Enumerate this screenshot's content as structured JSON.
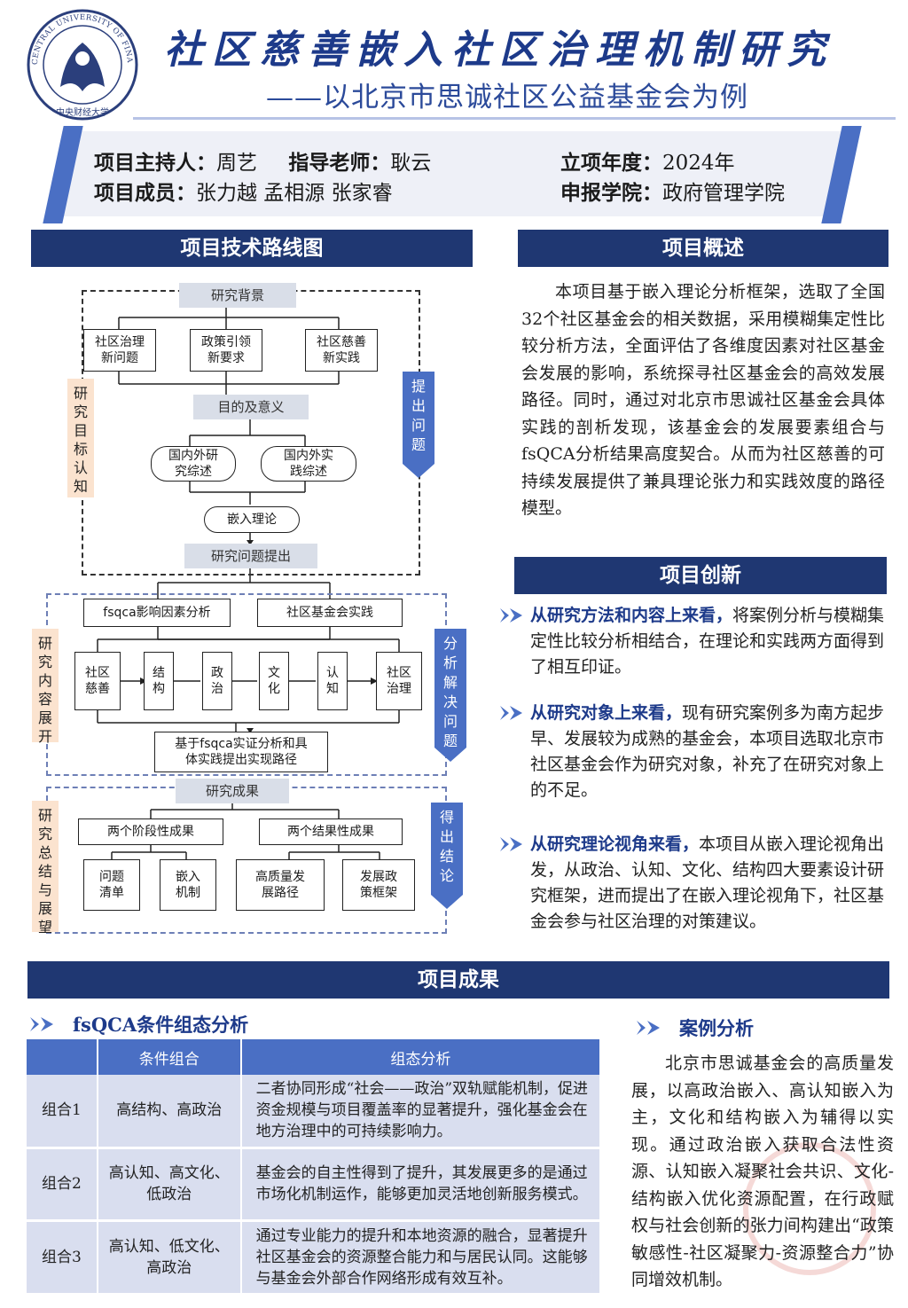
{
  "header": {
    "logo_text": "CENTRAL UNIVERSITY OF FINANCE AND ECONOMICS",
    "logo_cn": "中央财经大学",
    "title": "社区慈善嵌入社区治理机制研究",
    "subtitle": "——以北京市思诚社区公益基金会为例"
  },
  "info": {
    "host_label": "项目主持人：",
    "host": "周艺",
    "advisor_label": "指导老师：",
    "advisor": "耿云",
    "members_label": "项目成员：",
    "members": "张力越 孟相源 张家睿",
    "year_label": "立项年度：",
    "year": "2024年",
    "college_label": "申报学院：",
    "college": "政府管理学院"
  },
  "sections": {
    "roadmap": "项目技术路线图",
    "overview": "项目概述",
    "innovation": "项目创新",
    "results": "项目成果"
  },
  "overview_text": "本项目基于嵌入理论分析框架，选取了全国32个社区基金会的相关数据，采用模糊集定性比较分析方法，全面评估了各维度因素对社区基金会发展的影响，系统探寻社区基金会的高效发展路径。同时，通过对北京市思诚社区基金会具体实践的剖析发现，该基金会的发展要素组合与fsQCA分析结果高度契合。从而为社区慈善的可持续发展提供了兼具理论张力和实践效度的路径模型。",
  "innovations": [
    {
      "lead": "从研究方法和内容上来看，",
      "text": "将案例分析与模糊集定性比较分析相结合，在理论和实践两方面得到了相互印证。"
    },
    {
      "lead": "从研究对象上来看，",
      "text": "现有研究案例多为南方起步早、发展较为成熟的基金会，本项目选取北京市社区基金会作为研究对象，补充了在研究对象上的不足。"
    },
    {
      "lead": "从研究理论视角来看，",
      "text": "本项目从嵌入理论视角出发，从政治、认知、文化、结构四大要素设计研究框架，进而提出了在嵌入理论视角下，社区基金会参与社区治理的对策建议。"
    }
  ],
  "flow": {
    "bg": "研究背景",
    "bg_items": [
      "社区治理\n新问题",
      "政策引领\n新要求",
      "社区慈善\n新实践"
    ],
    "purpose": "目的及意义",
    "review": [
      "国内外研\n究综述",
      "国内外实\n践综述"
    ],
    "theory": "嵌入理论",
    "question": "研究问题提出",
    "side1": "研\n究\n目\n标\n认\n知",
    "banner1": "提\n出\n问\n题",
    "analysis": [
      "fsqca影响因素分析",
      "社区基金会实践"
    ],
    "factors": [
      "社区\n慈善",
      "结\n构",
      "政\n治",
      "文\n化",
      "认\n知",
      "社区\n治理"
    ],
    "path": "基于fsqca实证分析和具\n体实践提出实现路径",
    "side2": "研\n究\n内\n容\n展\n开",
    "banner2": "分\n析\n解\n决\n问\n题",
    "outcome": "研究成果",
    "outcome_groups": [
      "两个阶段性成果",
      "两个结果性成果"
    ],
    "outcome_items": [
      "问题\n清单",
      "嵌入\n机制",
      "高质量发\n展路径",
      "发展政\n策框架"
    ],
    "side3": "研\n究\n总\n结\n与\n展\n望",
    "banner3": "得\n出\n结\n论"
  },
  "results": {
    "fsqca_title": "fsQCA条件组态分析",
    "case_title": "案例分析",
    "table_headers": [
      "",
      "条件组合",
      "组态分析"
    ],
    "table_rows": [
      {
        "name": "组合1",
        "cond": "高结构、高政治",
        "analysis": "二者协同形成“社会——政治”双轨赋能机制，促进资金规模与项目覆盖率的显著提升，强化基金会在地方治理中的可持续影响力。"
      },
      {
        "name": "组合2",
        "cond": "高认知、高文化、低政治",
        "analysis": "基金会的自主性得到了提升，其发展更多的是通过市场化机制运作，能够更加灵活地创新服务模式。"
      },
      {
        "name": "组合3",
        "cond": "高认知、低文化、高政治",
        "analysis": "通过专业能力的提升和本地资源的融合，显著提升社区基金会的资源整合能力和与居民认同。这能够与基金会外部合作网络形成有效互补。"
      }
    ],
    "case_text": "北京市思诚基金会的高质量发展，以高政治嵌入、高认知嵌入为主，文化和结构嵌入为辅得以实现。通过政治嵌入获取合法性资源、认知嵌入凝聚社会共识、文化-结构嵌入优化资源配置，在行政赋权与社会创新的张力间构建出“政策敏感性-社区凝聚力-资源整合力”协同增效机制。"
  },
  "colors": {
    "navy": "#1f3772",
    "blue": "#4a6fc4",
    "title": "#1d3a8a",
    "cell": "#d9deef",
    "peach": "#fbe3cf"
  }
}
